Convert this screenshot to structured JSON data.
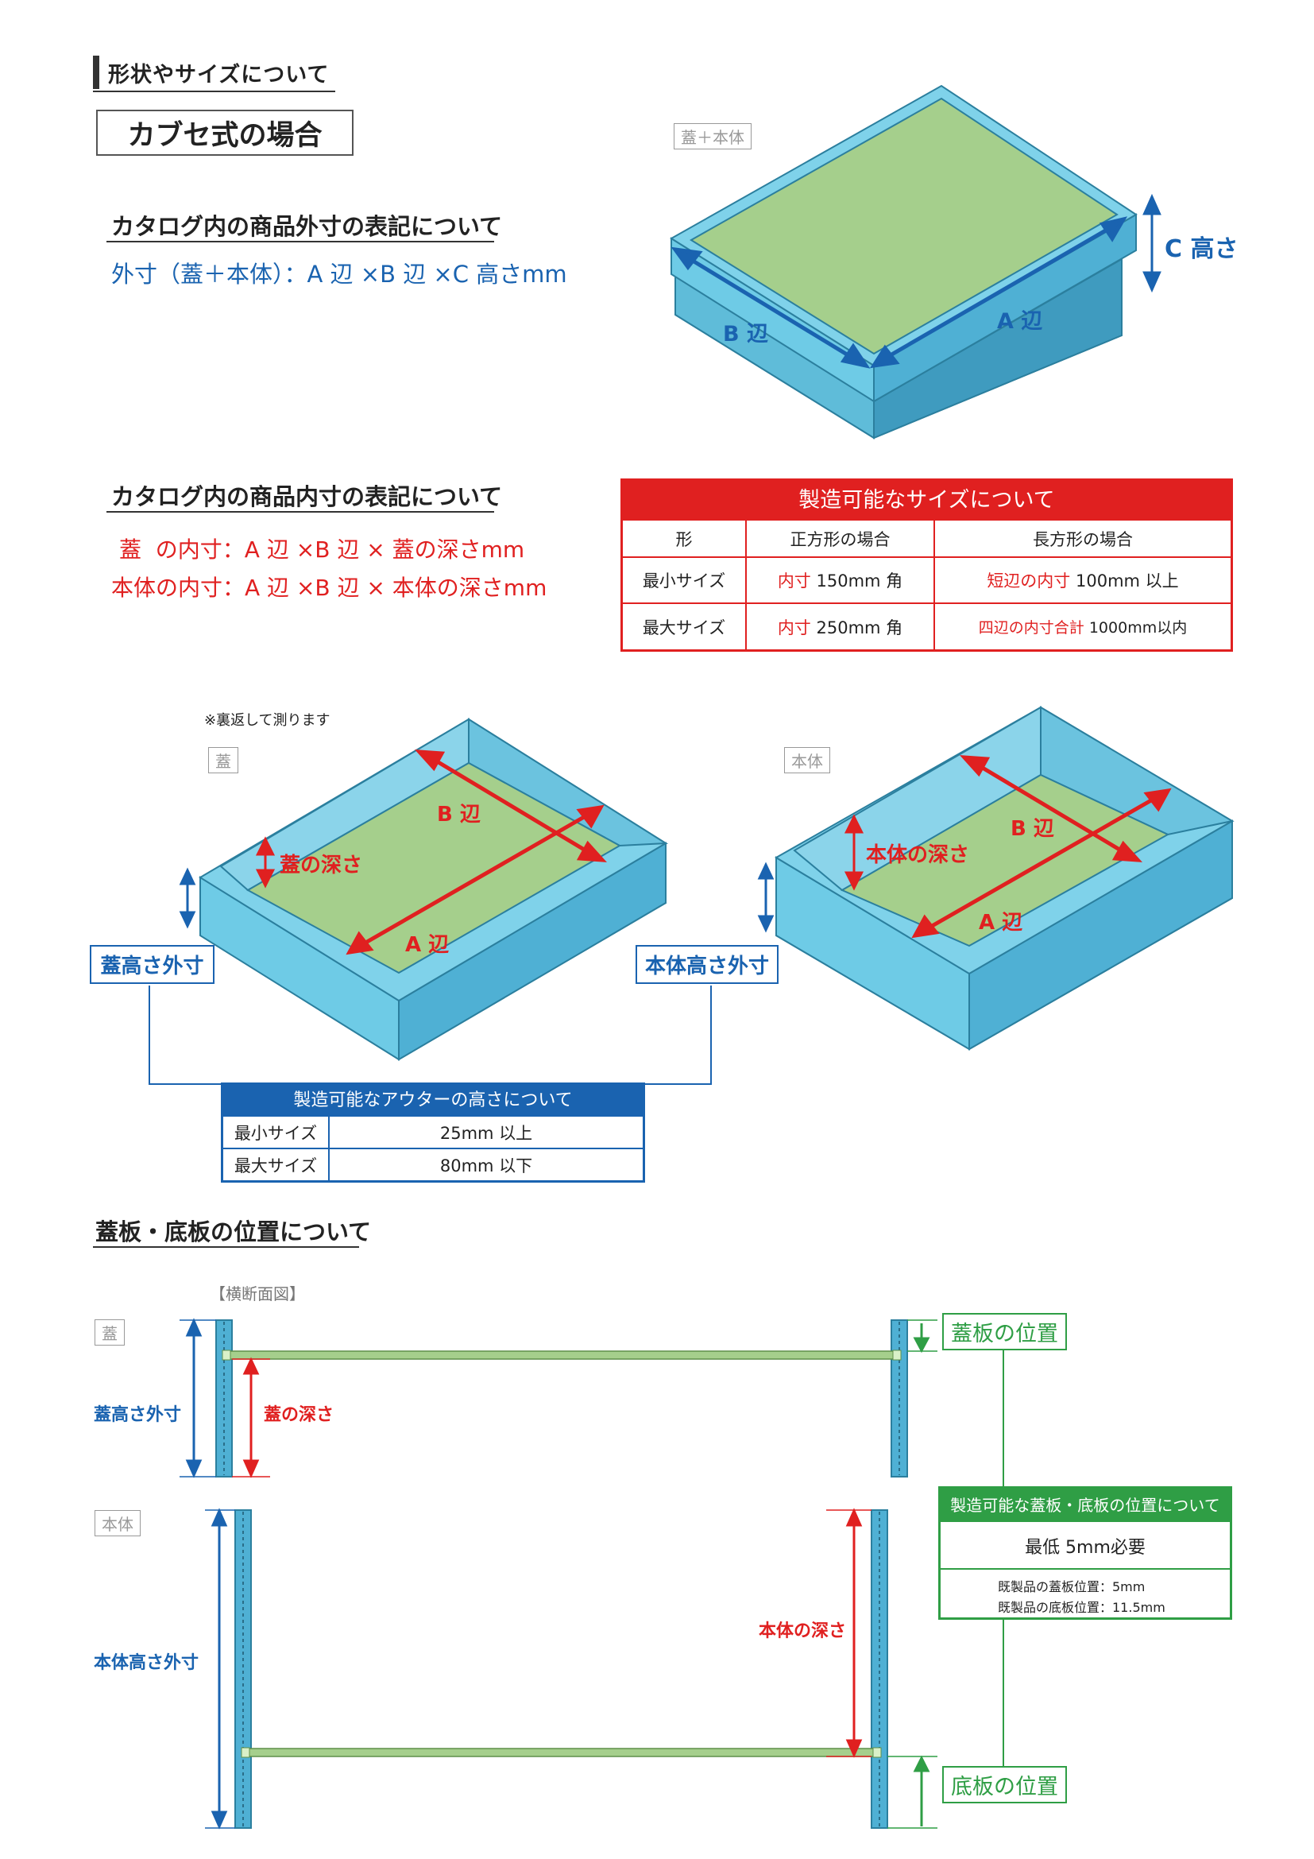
{
  "section_header": "形状やサイズについて",
  "kabuse_title": "カブセ式の場合",
  "outer": {
    "heading": "カタログ内の商品外寸の表記について",
    "formula": "外寸（蓋＋本体）：A 辺 ×B 辺 ×C 高さmm",
    "box_label": "蓋＋本体",
    "a": "A 辺",
    "b": "B 辺",
    "c": "C 高さ"
  },
  "inner": {
    "heading": "カタログ内の商品内寸の表記について",
    "lid_formula": "蓋  の内寸：A 辺 ×B 辺 × 蓋の深さmm",
    "body_formula": "本体の内寸：A 辺 ×B 辺 × 本体の深さmm"
  },
  "size_table": {
    "title": "製造可能なサイズについて",
    "headers": [
      "形",
      "正方形の場合",
      "長方形の場合"
    ],
    "rows": [
      {
        "label": "最小サイズ",
        "sq_red": "内寸",
        "sq": " 150mm 角",
        "rect_red": "短辺の内寸",
        "rect": " 100mm 以上"
      },
      {
        "label": "最大サイズ",
        "sq_red": "内寸",
        "sq": " 250mm 角",
        "rect_red": "四辺の内寸合計",
        "rect": " 1000mm以内"
      }
    ]
  },
  "flip_note": "※裏返して測ります",
  "lid_box": {
    "label": "蓋",
    "b": "B 辺",
    "a": "A 辺",
    "depth": "蓋の深さ",
    "outer_height": "蓋高さ外寸"
  },
  "body_box": {
    "label": "本体",
    "b": "B 辺",
    "a": "A 辺",
    "depth": "本体の深さ",
    "outer_height": "本体高さ外寸"
  },
  "height_table": {
    "title": "製造可能なアウターの高さについて",
    "rows": [
      {
        "label": "最小サイズ",
        "value": "25mm 以上"
      },
      {
        "label": "最大サイズ",
        "value": "80mm 以下"
      }
    ]
  },
  "position": {
    "heading": "蓋板・底板の位置について",
    "cross_section": "【横断面図】",
    "lid_label": "蓋",
    "body_label": "本体",
    "lid_outer": "蓋高さ外寸",
    "lid_depth": "蓋の深さ",
    "body_outer": "本体高さ外寸",
    "body_depth": "本体の深さ",
    "lid_board": "蓋板の位置",
    "bottom_board": "底板の位置",
    "box_title": "製造可能な蓋板・底板の位置について",
    "box_min": "最低 5mm必要",
    "box_line1": "既製品の蓋板位置：5mm",
    "box_line2": "既製品の底板位置：11.5mm"
  },
  "colors": {
    "blue": "#1a63b0",
    "red": "#e02020",
    "green": "#2f9e45",
    "cyan": "#5bbbd9",
    "grass": "#a5cf8c"
  }
}
